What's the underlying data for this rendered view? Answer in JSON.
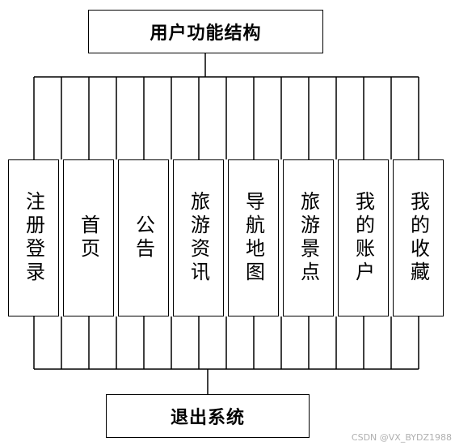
{
  "diagram": {
    "root": "用户功能结构",
    "modules": [
      {
        "label": "注册登录"
      },
      {
        "label": "首页"
      },
      {
        "label": "公告"
      },
      {
        "label": "旅游资讯"
      },
      {
        "label": "导航地图"
      },
      {
        "label": "旅游景点"
      },
      {
        "label": "我的账户"
      },
      {
        "label": "我的收藏"
      }
    ],
    "exit": "退出系统",
    "line_color": "#000000"
  },
  "watermark": "CSDN @VX_BYDZ1988"
}
